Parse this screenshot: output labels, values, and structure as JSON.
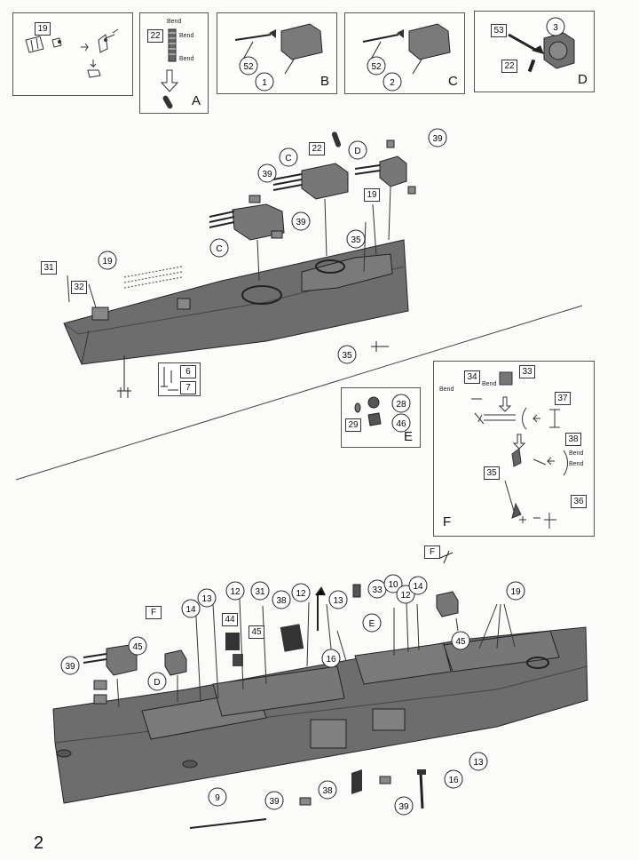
{
  "page_number": "2",
  "bend_text": "Bend",
  "subassemblies": {
    "A": {
      "letter": "A",
      "parts": [
        "19",
        "22"
      ]
    },
    "B": {
      "letter": "B",
      "parts": [
        "52",
        "1"
      ]
    },
    "C": {
      "letter": "C",
      "parts": [
        "52",
        "2"
      ]
    },
    "D": {
      "letter": "D",
      "parts": [
        "53",
        "3",
        "22"
      ]
    },
    "E": {
      "letter": "E",
      "parts": [
        "28",
        "29",
        "46"
      ]
    },
    "F": {
      "letter": "F",
      "parts": [
        "34",
        "33",
        "37",
        "38",
        "35",
        "36"
      ]
    }
  },
  "bow_step": {
    "turret_letters": [
      "C",
      "C",
      "D"
    ],
    "parts": [
      "22",
      "39",
      "39",
      "39",
      "19",
      "35",
      "31",
      "19",
      "32",
      "35",
      "6",
      "7"
    ]
  },
  "stern_step": {
    "sub_labels": [
      "F",
      "F",
      "E",
      "D"
    ],
    "parts": [
      "14",
      "13",
      "12",
      "31",
      "38",
      "12",
      "13",
      "33",
      "10",
      "12",
      "14",
      "19",
      "44",
      "45",
      "45",
      "45",
      "39",
      "16",
      "13",
      "16",
      "9",
      "39",
      "38",
      "39"
    ]
  }
}
